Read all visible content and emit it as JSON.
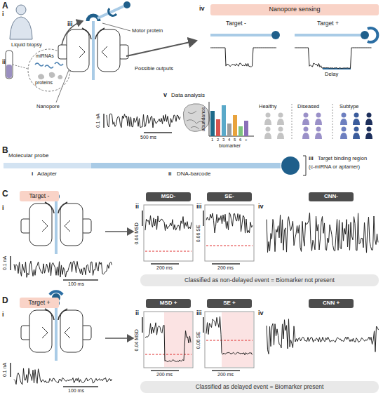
{
  "diagram": {
    "nodes": [
      {
        "text": [
          "Nanopore sensing"
        ]
      },
      {
        "text": [
          "Target -"
        ]
      },
      {
        "text": [
          "MSD-"
        ]
      },
      {
        "text": [
          "SE-"
        ]
      },
      {
        "text": [
          "CNN-"
        ]
      },
      {
        "text": [
          "Classified as non-delayed event = Biomarker not present"
        ]
      },
      {
        "text": [
          "Target +"
        ]
      },
      {
        "text": [
          "MSD +"
        ]
      },
      {
        "text": [
          "SE +"
        ]
      },
      {
        "text": [
          "CNN +"
        ]
      },
      {
        "text": [
          "Classified as delayed event = Biomarker present"
        ]
      }
    ],
    "labels": [
      "A",
      "i",
      "Liquid biopsy",
      "ii",
      "miRNAs",
      "proteins",
      "iii",
      "Motor protein",
      "Nanopore",
      "0.1 nA",
      "500 ms",
      "Possible outputs",
      "iv",
      "Target -",
      "Target +",
      "Delay",
      "v",
      "Data analysis",
      "abundance",
      "1",
      "2",
      "3",
      "4",
      "5",
      "6",
      "+",
      "biomarker",
      "Healthy",
      "Diseased",
      "Subtype",
      "B",
      "Molecular probe",
      "i",
      "Adapter",
      "ii",
      "DNA-barcode",
      "iii",
      "Target binding region",
      "(c-miRNA or aptamer)",
      "C",
      "i",
      "0.1 nA",
      "100 ms",
      "ii",
      "0.04 MSD",
      "200 ms",
      "iii",
      "0.06 SE",
      "200 ms",
      "iv",
      "D",
      "i",
      "0.1 nA",
      "100 ms",
      "ii",
      "0.04 MSD",
      "200 ms",
      "iii",
      "0.06 SE",
      "200 ms",
      "iv"
    ]
  }
}
